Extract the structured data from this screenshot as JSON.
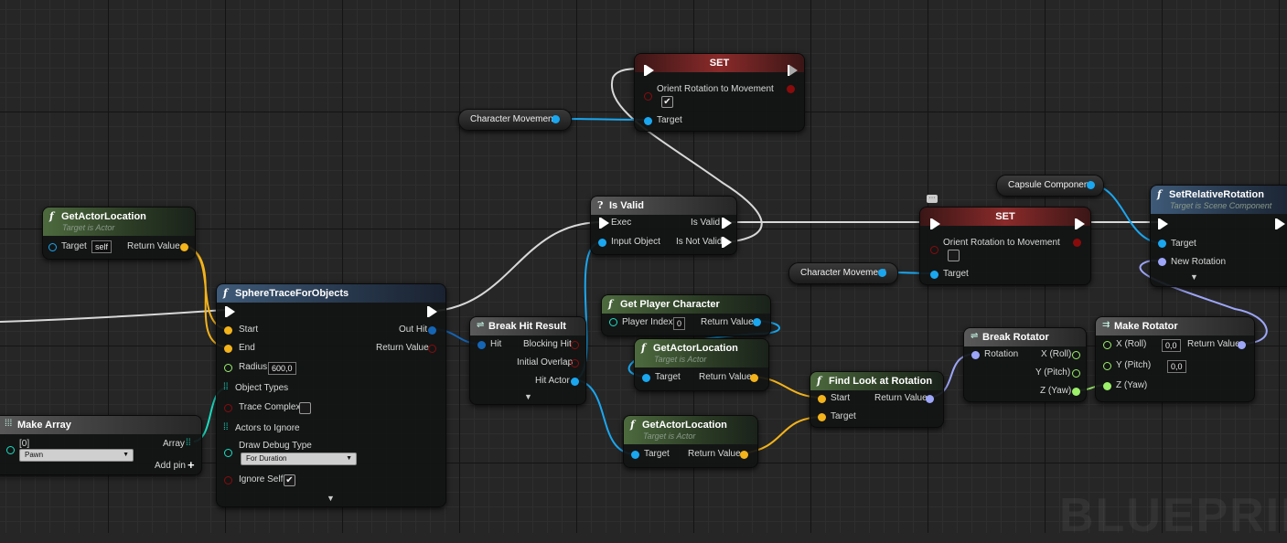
{
  "watermark": "BLUEPRIN",
  "colors": {
    "exec": "#ffffff",
    "object": "#1aa7f0",
    "vector": "#f3b31b",
    "rotator": "#9da6f8",
    "bool": "#8a0b0b",
    "float": "#9cf06a",
    "int": "#1bdfc3",
    "struct": "#1565b5"
  },
  "nodes": {
    "set_top": {
      "title": "SET",
      "prop": "Orient Rotation to Movement",
      "target": "Target",
      "checked": "✔"
    },
    "char_move_top": {
      "label": "Character Movement"
    },
    "get_actor_loc_1": {
      "title": "GetActorLocation",
      "subtitle": "Target is Actor",
      "target": "Target",
      "self": "self",
      "ret": "Return Value"
    },
    "is_valid": {
      "title": "Is Valid",
      "exec": "Exec",
      "is_valid": "Is Valid",
      "input": "Input Object",
      "not_valid": "Is Not Valid"
    },
    "set_mid": {
      "title": "SET",
      "prop": "Orient Rotation to Movement",
      "target": "Target"
    },
    "capsule": {
      "label": "Capsule Component"
    },
    "set_rel_rot": {
      "title": "SetRelativeRotation",
      "subtitle": "Target is Scene Component",
      "target": "Target",
      "new_rot": "New Rotation"
    },
    "char_move_mid": {
      "label": "Character Movement"
    },
    "sphere_trace": {
      "title": "SphereTraceForObjects",
      "start": "Start",
      "end": "End",
      "radius": "Radius",
      "radius_val": "600,0",
      "obj_types": "Object Types",
      "trace_complex": "Trace Complex",
      "actors_ignore": "Actors to Ignore",
      "debug": "Draw Debug Type",
      "debug_val": "For Duration",
      "ignore_self": "Ignore Self",
      "ignore_self_checked": "✔",
      "out_hit": "Out Hit",
      "ret": "Return Value"
    },
    "break_hit": {
      "title": "Break Hit Result",
      "hit": "Hit",
      "blocking": "Blocking Hit",
      "overlap": "Initial Overlap",
      "actor": "Hit Actor"
    },
    "get_player_char": {
      "title": "Get Player Character",
      "index": "Player Index",
      "index_val": "0",
      "ret": "Return Value"
    },
    "get_actor_loc_2": {
      "title": "GetActorLocation",
      "subtitle": "Target is Actor",
      "target": "Target",
      "ret": "Return Value"
    },
    "get_actor_loc_3": {
      "title": "GetActorLocation",
      "subtitle": "Target is Actor",
      "target": "Target",
      "ret": "Return Value"
    },
    "find_look": {
      "title": "Find Look at Rotation",
      "start": "Start",
      "target": "Target",
      "ret": "Return Value"
    },
    "break_rot": {
      "title": "Break Rotator",
      "rot": "Rotation",
      "x": "X (Roll)",
      "y": "Y (Pitch)",
      "z": "Z (Yaw)"
    },
    "make_rot": {
      "title": "Make Rotator",
      "x": "X (Roll)",
      "x_val": "0,0",
      "y": "Y (Pitch)",
      "y_val": "0,0",
      "z": "Z (Yaw)",
      "ret": "Return Value"
    },
    "make_array": {
      "title": "Make Array",
      "idx": "[0]",
      "val": "Pawn",
      "array": "Array",
      "add": "Add pin"
    }
  }
}
